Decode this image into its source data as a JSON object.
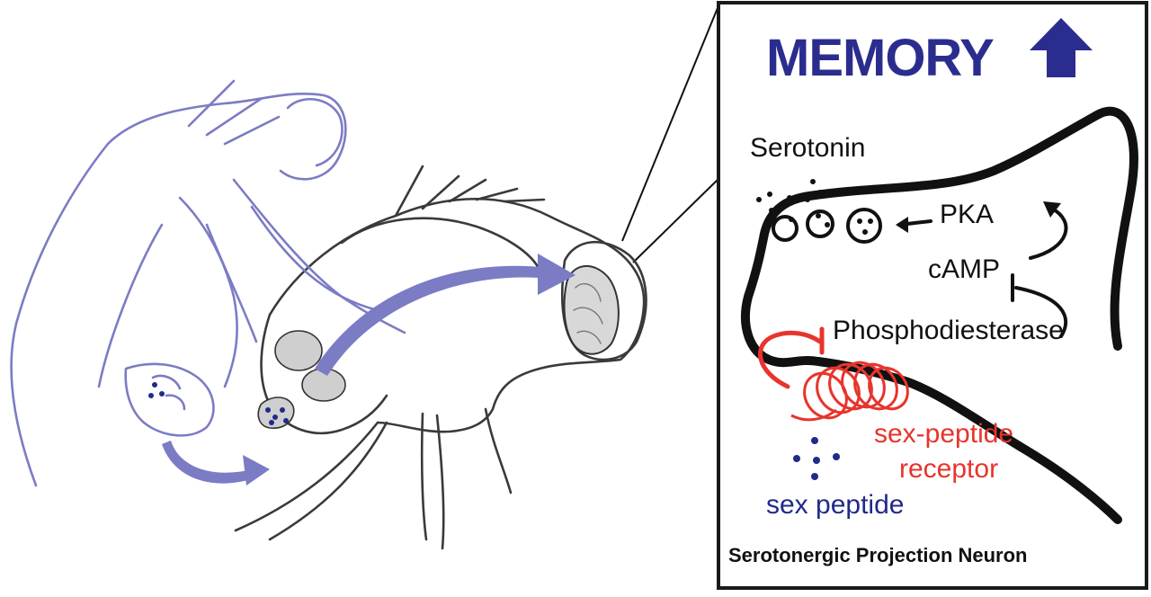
{
  "title": "MEMORY",
  "labels": {
    "serotonin": "Serotonin",
    "pka": "PKA",
    "camp": "cAMP",
    "phosphodiesterase": "Phosphodiesterase",
    "sex_peptide_receptor_line1": "sex-peptide",
    "sex_peptide_receptor_line2": "receptor",
    "sex_peptide": "sex peptide",
    "neuron": "Serotonergic Projection Neuron"
  },
  "colors": {
    "memory_blue": "#2b2d8e",
    "female_fly_lavender": "#7b7cc4",
    "receptor_red": "#e8342c",
    "peptide_blue": "#1f2a8a",
    "outline_black": "#111111",
    "fly_gray": "#3a3a3a"
  }
}
